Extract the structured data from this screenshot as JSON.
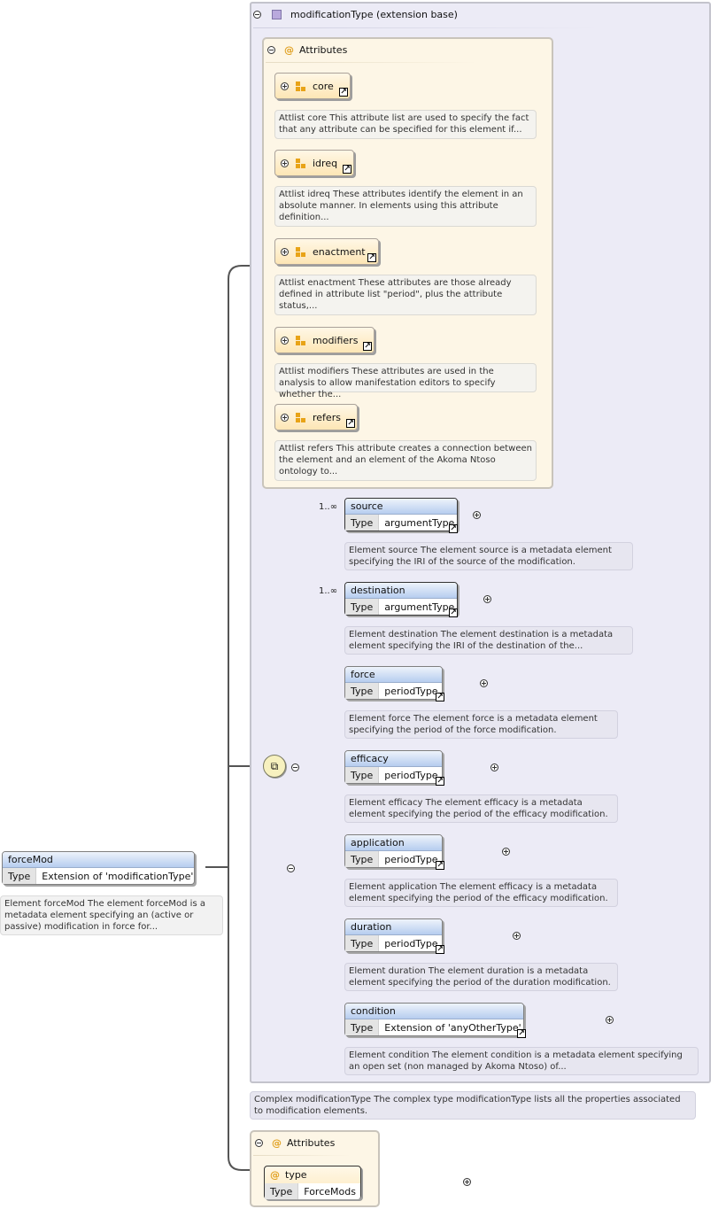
{
  "ext": {
    "title": "modificationType (extension base)"
  },
  "attributes": {
    "label": "Attributes"
  },
  "attr_groups": [
    {
      "name": "core",
      "doc": "Attlist core This attribute list are used to specify the fact that any attribute can be specified for this element if..."
    },
    {
      "name": "idreq",
      "doc": "Attlist idreq These attributes identify the element in an absolute manner. In elements using this attribute definition..."
    },
    {
      "name": "enactment",
      "doc": "Attlist enactment These attributes are those already defined in attribute list \"period\", plus the attribute status,..."
    },
    {
      "name": "modifiers",
      "doc": "Attlist modifiers These attributes are used in the analysis to allow manifestation editors to specify whether the..."
    },
    {
      "name": "refers",
      "doc": "Attlist refers This attribute creates a connection between the element and an element of the Akoma Ntoso ontology to..."
    }
  ],
  "type_key": "Type",
  "link_glyph": "↗",
  "elements": [
    {
      "name": "source",
      "type": "argumentType",
      "card": "1..∞",
      "doc": "Element source The element source is a metadata element specifying the IRI of the source of the modification."
    },
    {
      "name": "destination",
      "type": "argumentType",
      "card": "1..∞",
      "doc": "Element destination The element destination is a metadata element specifying the IRI of the destination of the..."
    },
    {
      "name": "force",
      "type": "periodType",
      "card": "",
      "doc": "Element force The element force is a metadata element specifying the period of the force modification."
    },
    {
      "name": "efficacy",
      "type": "periodType",
      "card": "",
      "doc": "Element efficacy The element efficacy is a metadata element specifying the period of the efficacy modification."
    },
    {
      "name": "application",
      "type": "periodType",
      "card": "",
      "doc": "Element application The element efficacy is a metadata element specifying the period of the efficacy modification."
    },
    {
      "name": "duration",
      "type": "periodType",
      "card": "",
      "doc": "Element duration The element duration is a metadata element specifying the period of the duration modification."
    },
    {
      "name": "condition",
      "type": "Extension of 'anyOtherType'",
      "card": "",
      "doc": "Element condition The element condition is a metadata element specifying an open set (non managed by Akoma Ntoso) of..."
    }
  ],
  "root": {
    "name": "forceMod",
    "type": "Extension of 'modificationType'",
    "doc": "Element forceMod The element forceMod is a metadata element specifying an (active or passive) modification in force for..."
  },
  "complex_doc": "Complex modificationType The complex type modificationType lists all the properties associated to modification elements.",
  "bottom_attr": {
    "label": "Attributes",
    "name": "type",
    "type": "ForceMods"
  },
  "icons": {
    "collapse": "minus-circle-icon",
    "expand": "plus-circle-icon",
    "attribute": "at-sign-icon",
    "complex_type": "purple-square-icon",
    "attribute_group": "attribute-group-icon",
    "reference": "arrow-link-icon",
    "sequence": "sequence-compositor-icon"
  },
  "colors": {
    "extension_bg": "#ecebf6",
    "attributes_bg": "#fdf6e6",
    "element_header": "#b6cdef",
    "attribute_icon": "#e8a317",
    "sequence": "#f7f1bf"
  }
}
